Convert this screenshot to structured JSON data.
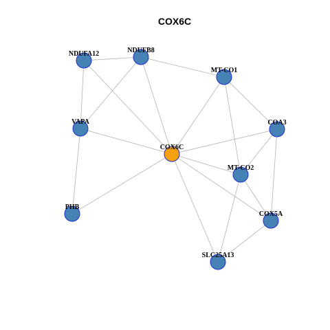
{
  "title": "COX6C",
  "colors": {
    "hub_fill": "#f5a00f",
    "node_fill": "#4682b4",
    "node_stroke": "#1f2fd0",
    "edge": "#b3b3b3"
  },
  "nodes": [
    {
      "id": "COX6C",
      "label": "COX6C",
      "hub": true
    },
    {
      "id": "NDUFA12",
      "label": "NDUFA12",
      "hub": false
    },
    {
      "id": "NDUFB8",
      "label": "NDUFB8",
      "hub": false
    },
    {
      "id": "MT-CO1",
      "label": "MT-CO1",
      "hub": false
    },
    {
      "id": "VAPA",
      "label": "VAPA",
      "hub": false
    },
    {
      "id": "COA3",
      "label": "COA3",
      "hub": false
    },
    {
      "id": "MT-CO2",
      "label": "MT-CO2",
      "hub": false
    },
    {
      "id": "PHB",
      "label": "PHB",
      "hub": false
    },
    {
      "id": "COX5A",
      "label": "COX5A",
      "hub": false
    },
    {
      "id": "SLC25A13",
      "label": "SLC25A13",
      "hub": false
    }
  ],
  "edges": [
    [
      "NDUFA12",
      "NDUFB8"
    ],
    [
      "NDUFA12",
      "VAPA"
    ],
    [
      "NDUFA12",
      "COX6C"
    ],
    [
      "NDUFB8",
      "VAPA"
    ],
    [
      "NDUFB8",
      "MT-CO1"
    ],
    [
      "NDUFB8",
      "COX6C"
    ],
    [
      "MT-CO1",
      "COX6C"
    ],
    [
      "MT-CO1",
      "COA3"
    ],
    [
      "MT-CO1",
      "MT-CO2"
    ],
    [
      "VAPA",
      "COX6C"
    ],
    [
      "VAPA",
      "PHB"
    ],
    [
      "COA3",
      "COX6C"
    ],
    [
      "COA3",
      "MT-CO2"
    ],
    [
      "COA3",
      "COX5A"
    ],
    [
      "COX6C",
      "MT-CO2"
    ],
    [
      "COX6C",
      "PHB"
    ],
    [
      "COX6C",
      "COX5A"
    ],
    [
      "COX6C",
      "SLC25A13"
    ],
    [
      "MT-CO2",
      "COX5A"
    ],
    [
      "MT-CO2",
      "SLC25A13"
    ],
    [
      "COX5A",
      "SLC25A13"
    ]
  ]
}
